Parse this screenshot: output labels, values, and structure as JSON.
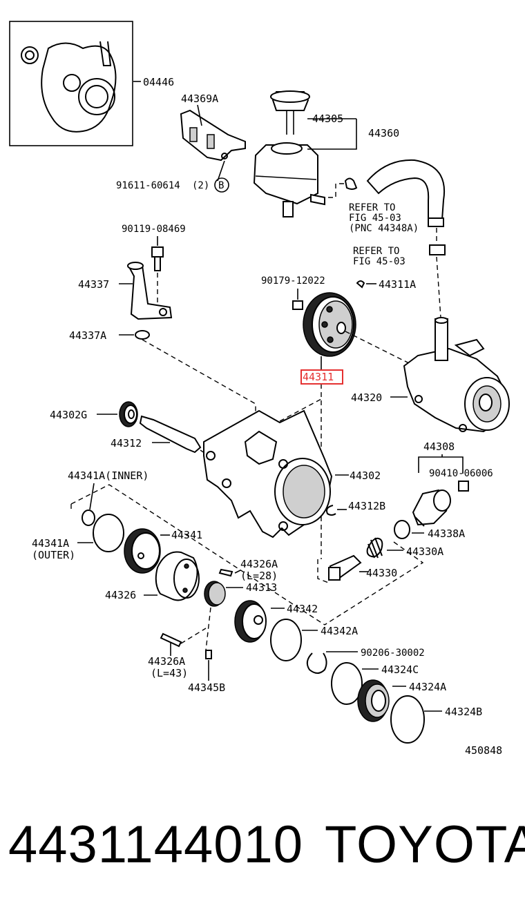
{
  "labels": {
    "p04446": "04446",
    "p44369A": "44369A",
    "p44305": "44305",
    "p44360": "44360",
    "p91611": "91611-60614",
    "p91611_qty": "(2)",
    "p91611_circle": "B",
    "refer1_l1": "REFER TO",
    "refer1_l2": "FIG 45-03",
    "refer1_l3": "(PNC 44348A)",
    "refer2_l1": "REFER TO",
    "refer2_l2": "FIG 45-03",
    "p90119": "90119-08469",
    "p44337": "44337",
    "p90179": "90179-12022",
    "p44311A": "44311A",
    "p44337A": "44337A",
    "p44311": "44311",
    "p44320": "44320",
    "p44302G": "44302G",
    "p44312": "44312",
    "p44308": "44308",
    "p90410": "90410-06006",
    "p44341A_inner": "44341A(INNER)",
    "p44302": "44302",
    "p44312B": "44312B",
    "p44341": "44341",
    "p44338A": "44338A",
    "p44341A_outer_l1": "44341A",
    "p44341A_outer_l2": "(OUTER)",
    "p44330A": "44330A",
    "p44326A_top_l1": "44326A",
    "p44326A_top_l2": "(L=28)",
    "p44330": "44330",
    "p44313": "44313",
    "p44326": "44326",
    "p44342": "44342",
    "p44342A": "44342A",
    "p90206": "90206-30002",
    "p44326A_bot_l1": "44326A",
    "p44326A_bot_l2": "(L=43)",
    "p44324C": "44324C",
    "p44324A": "44324A",
    "p44345B": "44345B",
    "p44324B": "44324B",
    "fig_no": "450848"
  },
  "highlight": {
    "part": "44311",
    "color": "#e53030"
  },
  "footer": {
    "part_number": "4431144010",
    "brand": "TOYOTA"
  }
}
